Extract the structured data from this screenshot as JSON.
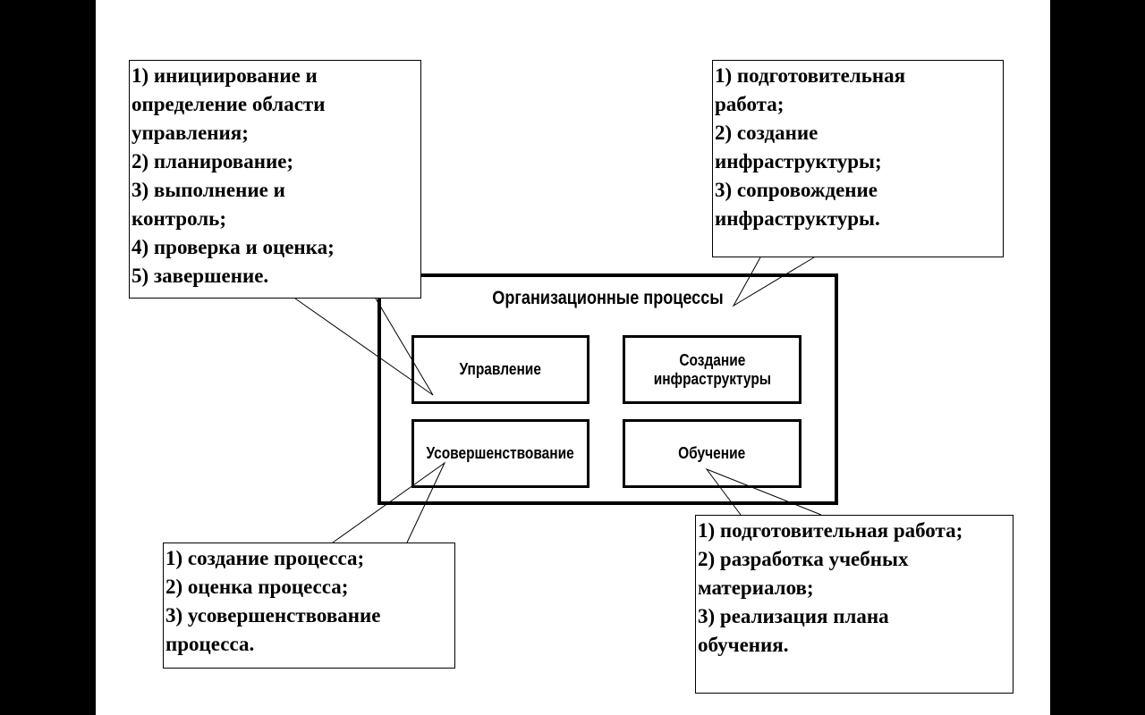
{
  "diagram": {
    "title": "Организационные процессы",
    "processes": {
      "management": "Управление",
      "infrastructure": [
        "Создание",
        "инфраструктуры"
      ],
      "improvement": "Усовершенствование",
      "training": "Обучение"
    },
    "callouts": {
      "management": [
        "1) инициирование и",
        "определение области",
        "управления;",
        "2) планирование;",
        "3) выполнение и",
        "контроль;",
        "4) проверка и оценка;",
        "5) завершение."
      ],
      "infrastructure": [
        "1) подготовительная",
        "работа;",
        "2) создание",
        "инфраструктуры;",
        "3) сопровождение",
        "инфраструктуры."
      ],
      "improvement": [
        "1) создание процесса;",
        "2) оценка процесса;",
        "3) усовершенствование",
        "процесса."
      ],
      "training": [
        "1) подготовительная работа;",
        "2) разработка учебных",
        "материалов;",
        "3) реализация плана",
        "обучения."
      ]
    }
  }
}
